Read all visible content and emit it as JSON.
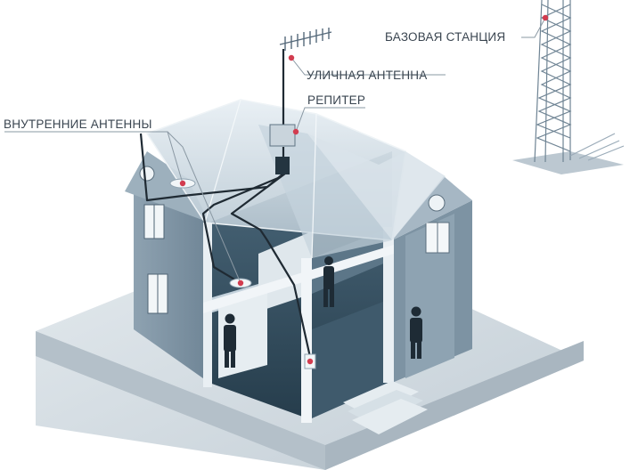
{
  "labels": {
    "base_station": "БАЗОВАЯ СТАНЦИЯ",
    "outdoor_antenna": "УЛИЧНАЯ АНТЕННА",
    "repeater": "РЕПИТЕР",
    "indoor_antennas": "ВНУТРЕННИЕ АНТЕННЫ"
  },
  "colors": {
    "marker": "#d23c4f",
    "cable": "#1f2a33",
    "wall_front": "#6f8494",
    "wall_side": "#8fa3b3",
    "roof": "#c9d6df",
    "ground": "#cfd8de",
    "interior_dark": "#2f4a5c"
  },
  "icons": [
    "cell-tower-icon",
    "yagi-antenna-icon",
    "repeater-box-icon",
    "person-on-phone-icon"
  ]
}
